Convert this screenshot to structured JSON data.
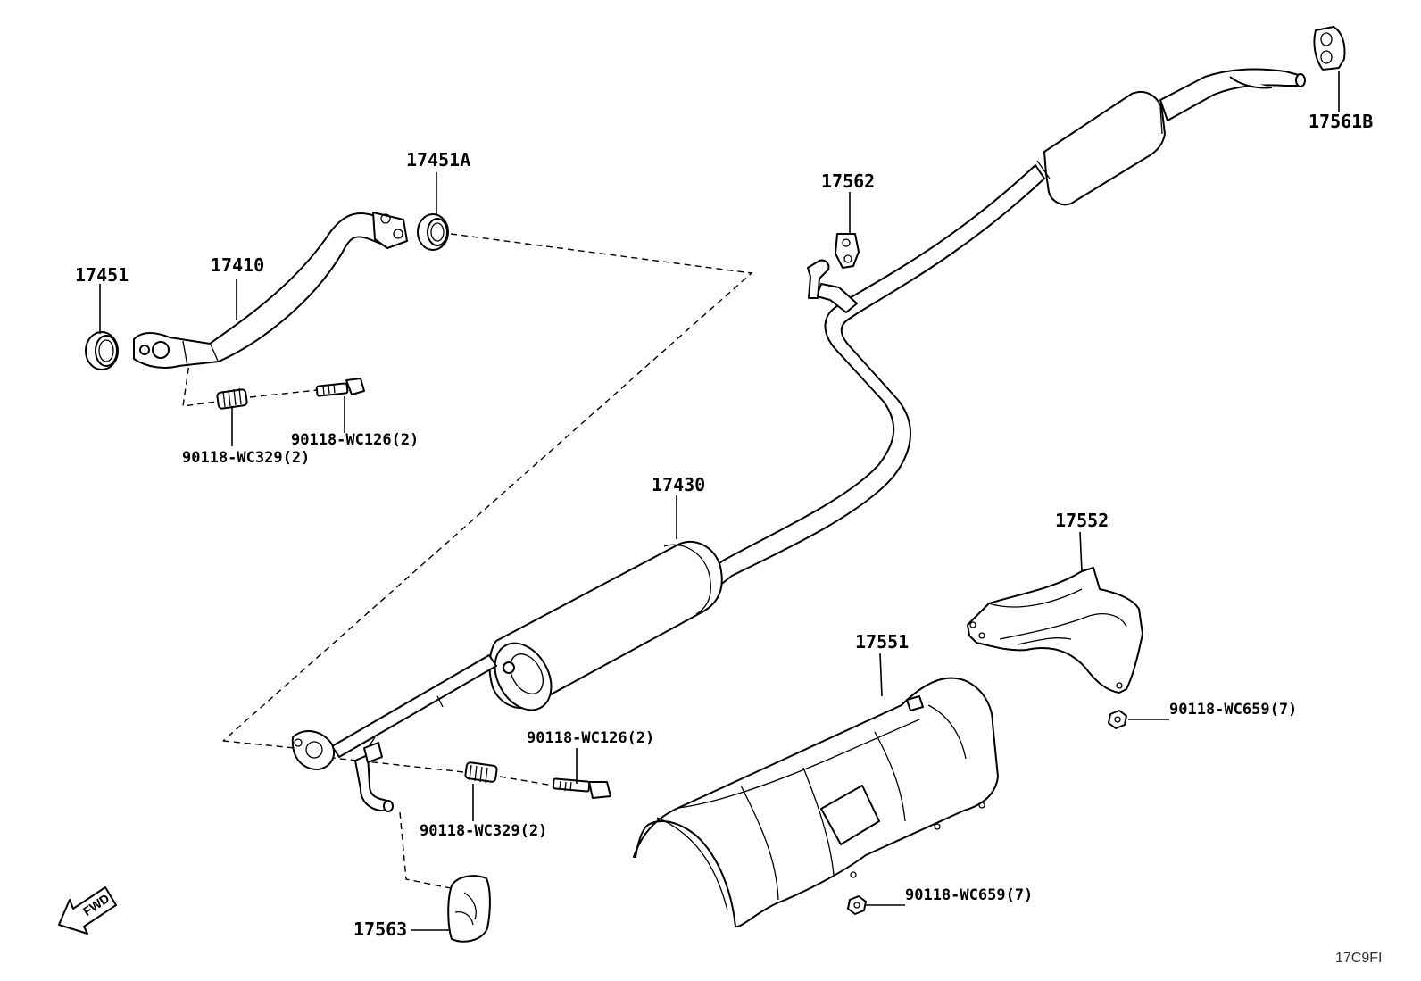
{
  "diagram_code": "17C9FI",
  "fwd_label": "FWD",
  "parts": {
    "p17451": "17451",
    "p17410": "17410",
    "p17451A": "17451A",
    "p17562": "17562",
    "p17561B": "17561B",
    "p17430": "17430",
    "p17552": "17552",
    "p17551": "17551",
    "p17563": "17563",
    "bolt_upper": "90118-WC126(2)",
    "spring_upper": "90118-WC329(2)",
    "bolt_lower": "90118-WC126(2)",
    "spring_lower": "90118-WC329(2)",
    "nut_right": "90118-WC659(7)",
    "nut_lower": "90118-WC659(7)"
  }
}
